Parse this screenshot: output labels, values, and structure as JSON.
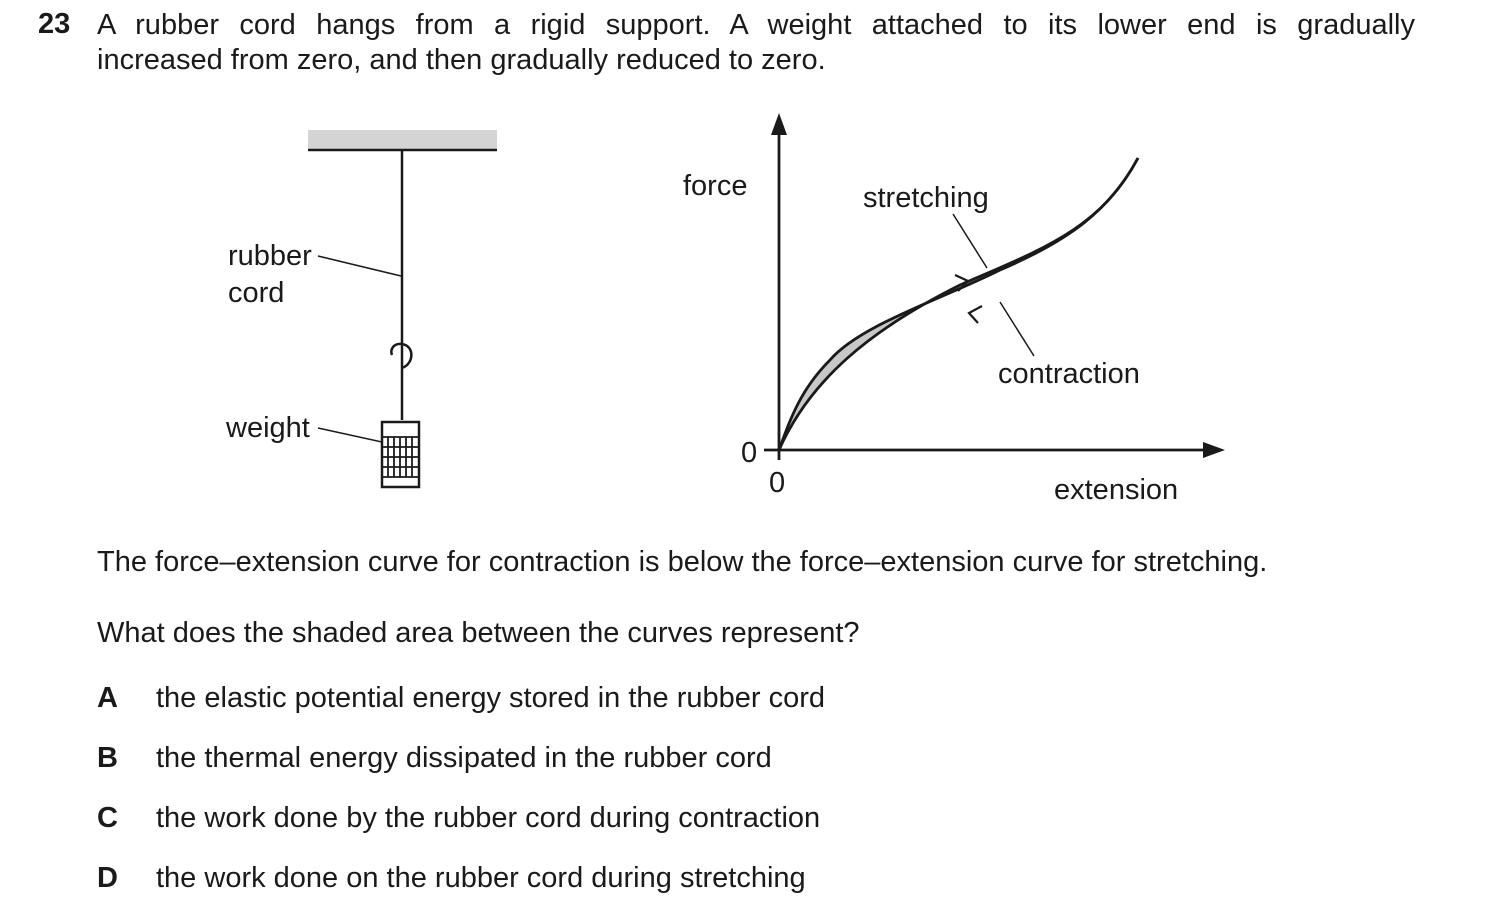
{
  "question": {
    "number": "23",
    "stem_line1": "A rubber cord hangs from a rigid support. A weight attached to its lower end is gradually",
    "stem_line2": "increased from zero, and then gradually reduced to zero."
  },
  "apparatus": {
    "rubber_label_1": "rubber",
    "rubber_label_2": "cord",
    "weight_label": "weight"
  },
  "graph": {
    "y_label": "force",
    "x_label": "extension",
    "y_origin": "0",
    "x_origin": "0",
    "upper_curve_label": "stretching",
    "lower_curve_label": "contraction"
  },
  "body": {
    "statement": "The force–extension curve for contraction is below the force–extension curve for stretching.",
    "question": "What does the shaded area between the curves represent?"
  },
  "options": [
    {
      "letter": "A",
      "text": "the elastic potential energy stored in the rubber cord"
    },
    {
      "letter": "B",
      "text": "the thermal energy dissipated in the rubber cord"
    },
    {
      "letter": "C",
      "text": "the work done by the rubber cord during contraction"
    },
    {
      "letter": "D",
      "text": "the work done on the rubber cord during stretching"
    }
  ],
  "colors": {
    "text": "#1a1a1a",
    "shading": "#c8c8c8",
    "support": "#d4d4d4"
  }
}
